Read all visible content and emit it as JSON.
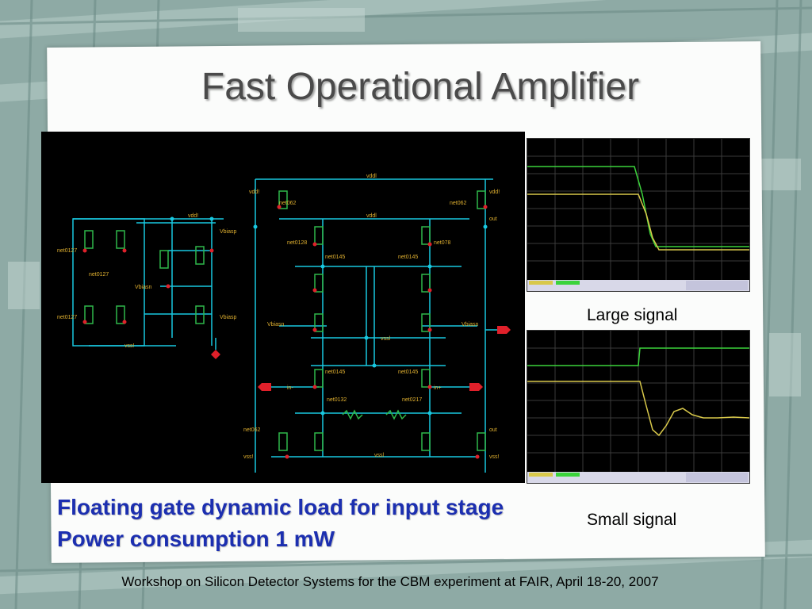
{
  "slide": {
    "title": "Fast Operational Amplifier",
    "bullets": [
      "Floating gate dynamic load for input stage",
      "Power consumption 1 mW"
    ],
    "footer": "Workshop on Silicon Detector Systems for the CBM experiment at FAIR, April 18-20, 2007"
  },
  "figures": {
    "large_signal_caption": "Large signal",
    "small_signal_caption": "Small signal"
  },
  "schematic": {
    "labels": [
      "vddl",
      "vssl",
      "vdd!",
      "vss!",
      "net0127",
      "net0145",
      "net0128",
      "net0132",
      "net0217",
      "net078",
      "net062",
      "vbiasn",
      "vbiasp",
      "in-",
      "in+",
      "out"
    ]
  },
  "colors": {
    "title": "#4a4a4a",
    "bullets": "#1c2fb0",
    "schematic_bg": "#000000",
    "wire": "#18c8e0",
    "device": "#2fb84a",
    "label": "#e0b030",
    "pin": "#e0202a",
    "trace_green": "#3bd33b",
    "trace_yellow": "#d8c84a"
  }
}
